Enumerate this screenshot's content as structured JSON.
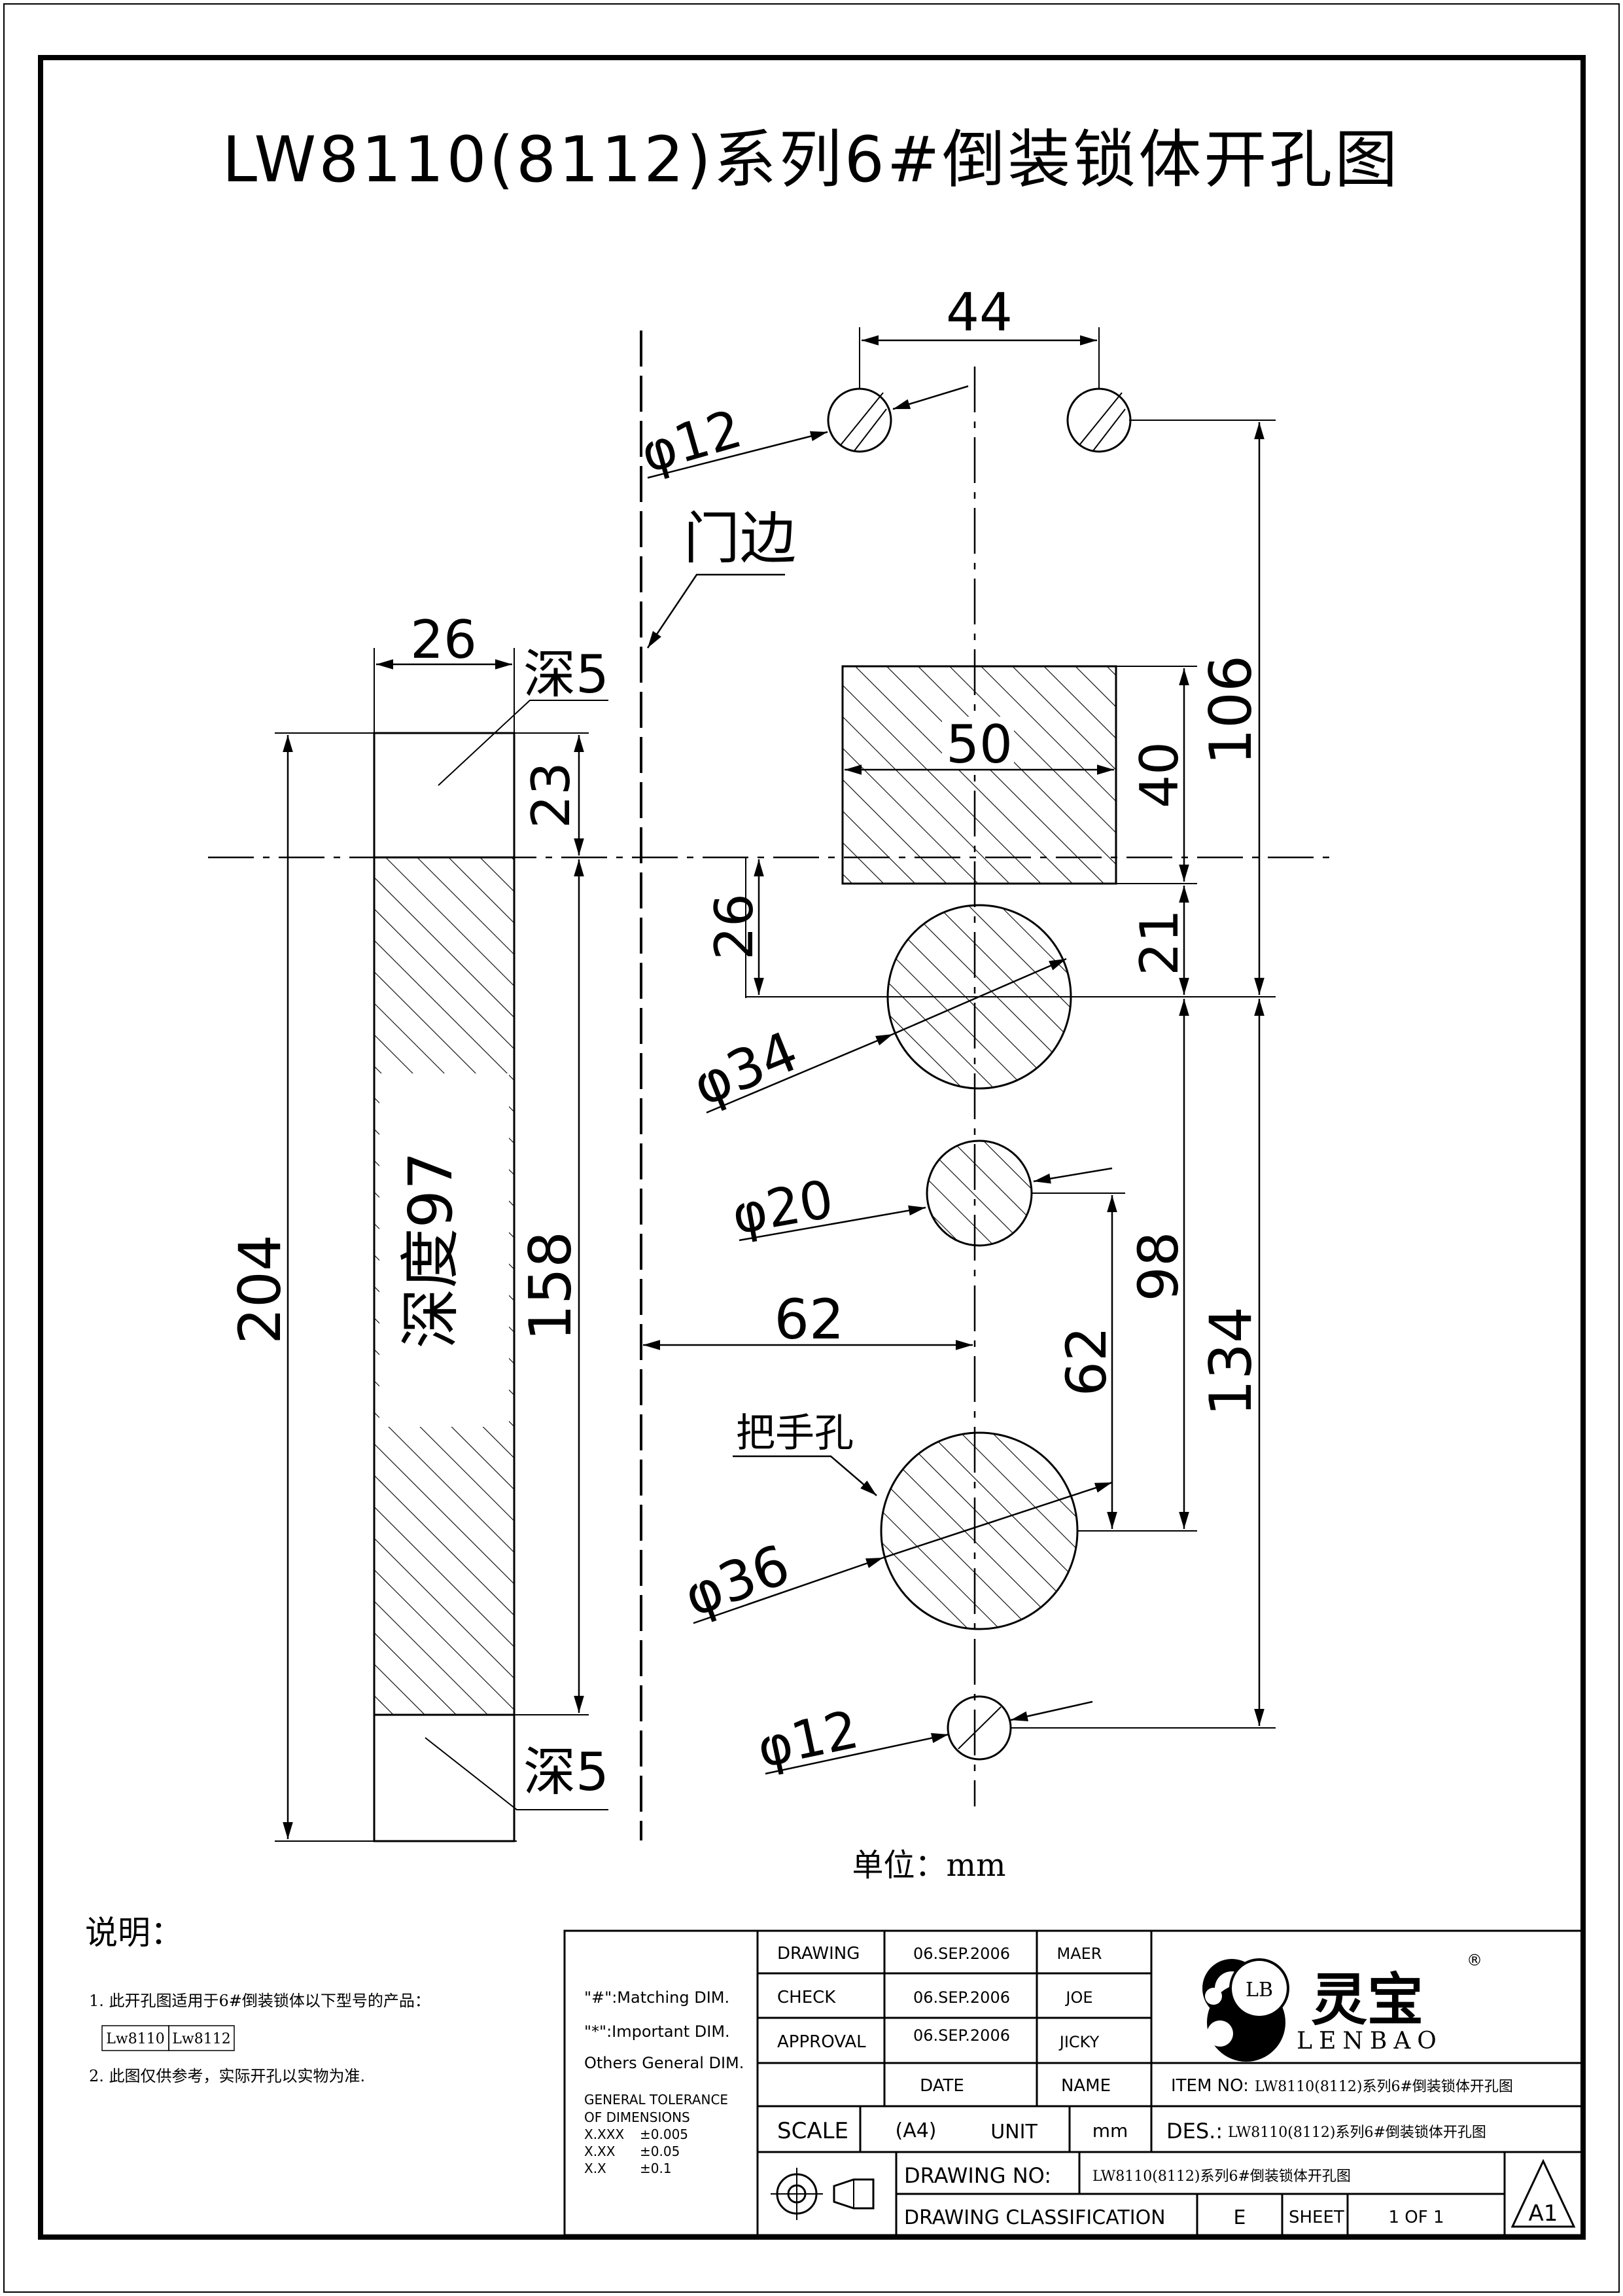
{
  "title": "LW8110(8112)系列6#倒装锁体开孔图",
  "unit_note": "单位：mm",
  "dimensions": {
    "d44": "44",
    "phi12_top": "φ12",
    "door_edge": "门边",
    "d26_top": "26",
    "deep5_top": "深5",
    "d50": "50",
    "d40": "40",
    "d106": "106",
    "d23": "23",
    "d204": "204",
    "d158": "158",
    "depth97": "深度97",
    "d26_mid": "26",
    "d21": "21",
    "phi34": "φ34",
    "phi20": "φ20",
    "d98": "98",
    "d62_h": "62",
    "d62_v": "62",
    "d134": "134",
    "handle_hole": "把手孔",
    "phi36": "φ36",
    "phi12_bottom": "φ12",
    "deep5_bottom": "深5"
  },
  "notes": {
    "heading": "说明：",
    "item1": "1. 此开孔图适用于6#倒装锁体以下型号的产品：",
    "models": [
      "Lw8110",
      "Lw8112"
    ],
    "item2": "2. 此图仅供参考，实际开孔以实物为准."
  },
  "title_block": {
    "matching": "\"#\":Matching DIM.",
    "important": "\"*\":Important DIM.",
    "others": "Others General DIM.",
    "tolerance_head1": "GENERAL TOLERANCE",
    "tolerance_head2": "OF DIMENSIONS",
    "tol_xxx_label": "X.XXX",
    "tol_xxx_value": "±0.005",
    "tol_xx_label": "X.XX",
    "tol_xx_value": "±0.05",
    "tol_x_label": "X.X",
    "tol_x_value": "±0.1",
    "drawing_label": "DRAWING",
    "check_label": "CHECK",
    "approval_label": "APPROVAL",
    "drawing_date": "06.SEP.2006",
    "check_date": "06.SEP.2006",
    "approval_date": "06.SEP.2006",
    "drawing_name": "MAER",
    "check_name": "JOE",
    "approval_name": "JICKY",
    "date_header": "DATE",
    "name_header": "NAME",
    "item_no_label": "ITEM NO:",
    "item_no_value": "LW8110(8112)系列6#倒装锁体开孔图",
    "scale_label": "SCALE",
    "scale_value": "(A4)",
    "unit_label": "UNIT",
    "unit_value": "mm",
    "des_label": "DES.:",
    "des_value": "LW8110(8112)系列6#倒装锁体开孔图",
    "drawing_no_label": "DRAWING NO:",
    "drawing_no_value": "LW8110(8112)系列6#倒装锁体开孔图",
    "classification_label": "DRAWING CLASSIFICATION",
    "classification_value": "E",
    "sheet_label": "SHEET",
    "sheet_value": "1 OF 1",
    "size_mark": "A1",
    "logo_initials": "LB",
    "logo_cn": "灵宝",
    "logo_en": "LENBAO",
    "registered": "®"
  },
  "colors": {
    "ink": "#000000",
    "paper": "#ffffff"
  }
}
